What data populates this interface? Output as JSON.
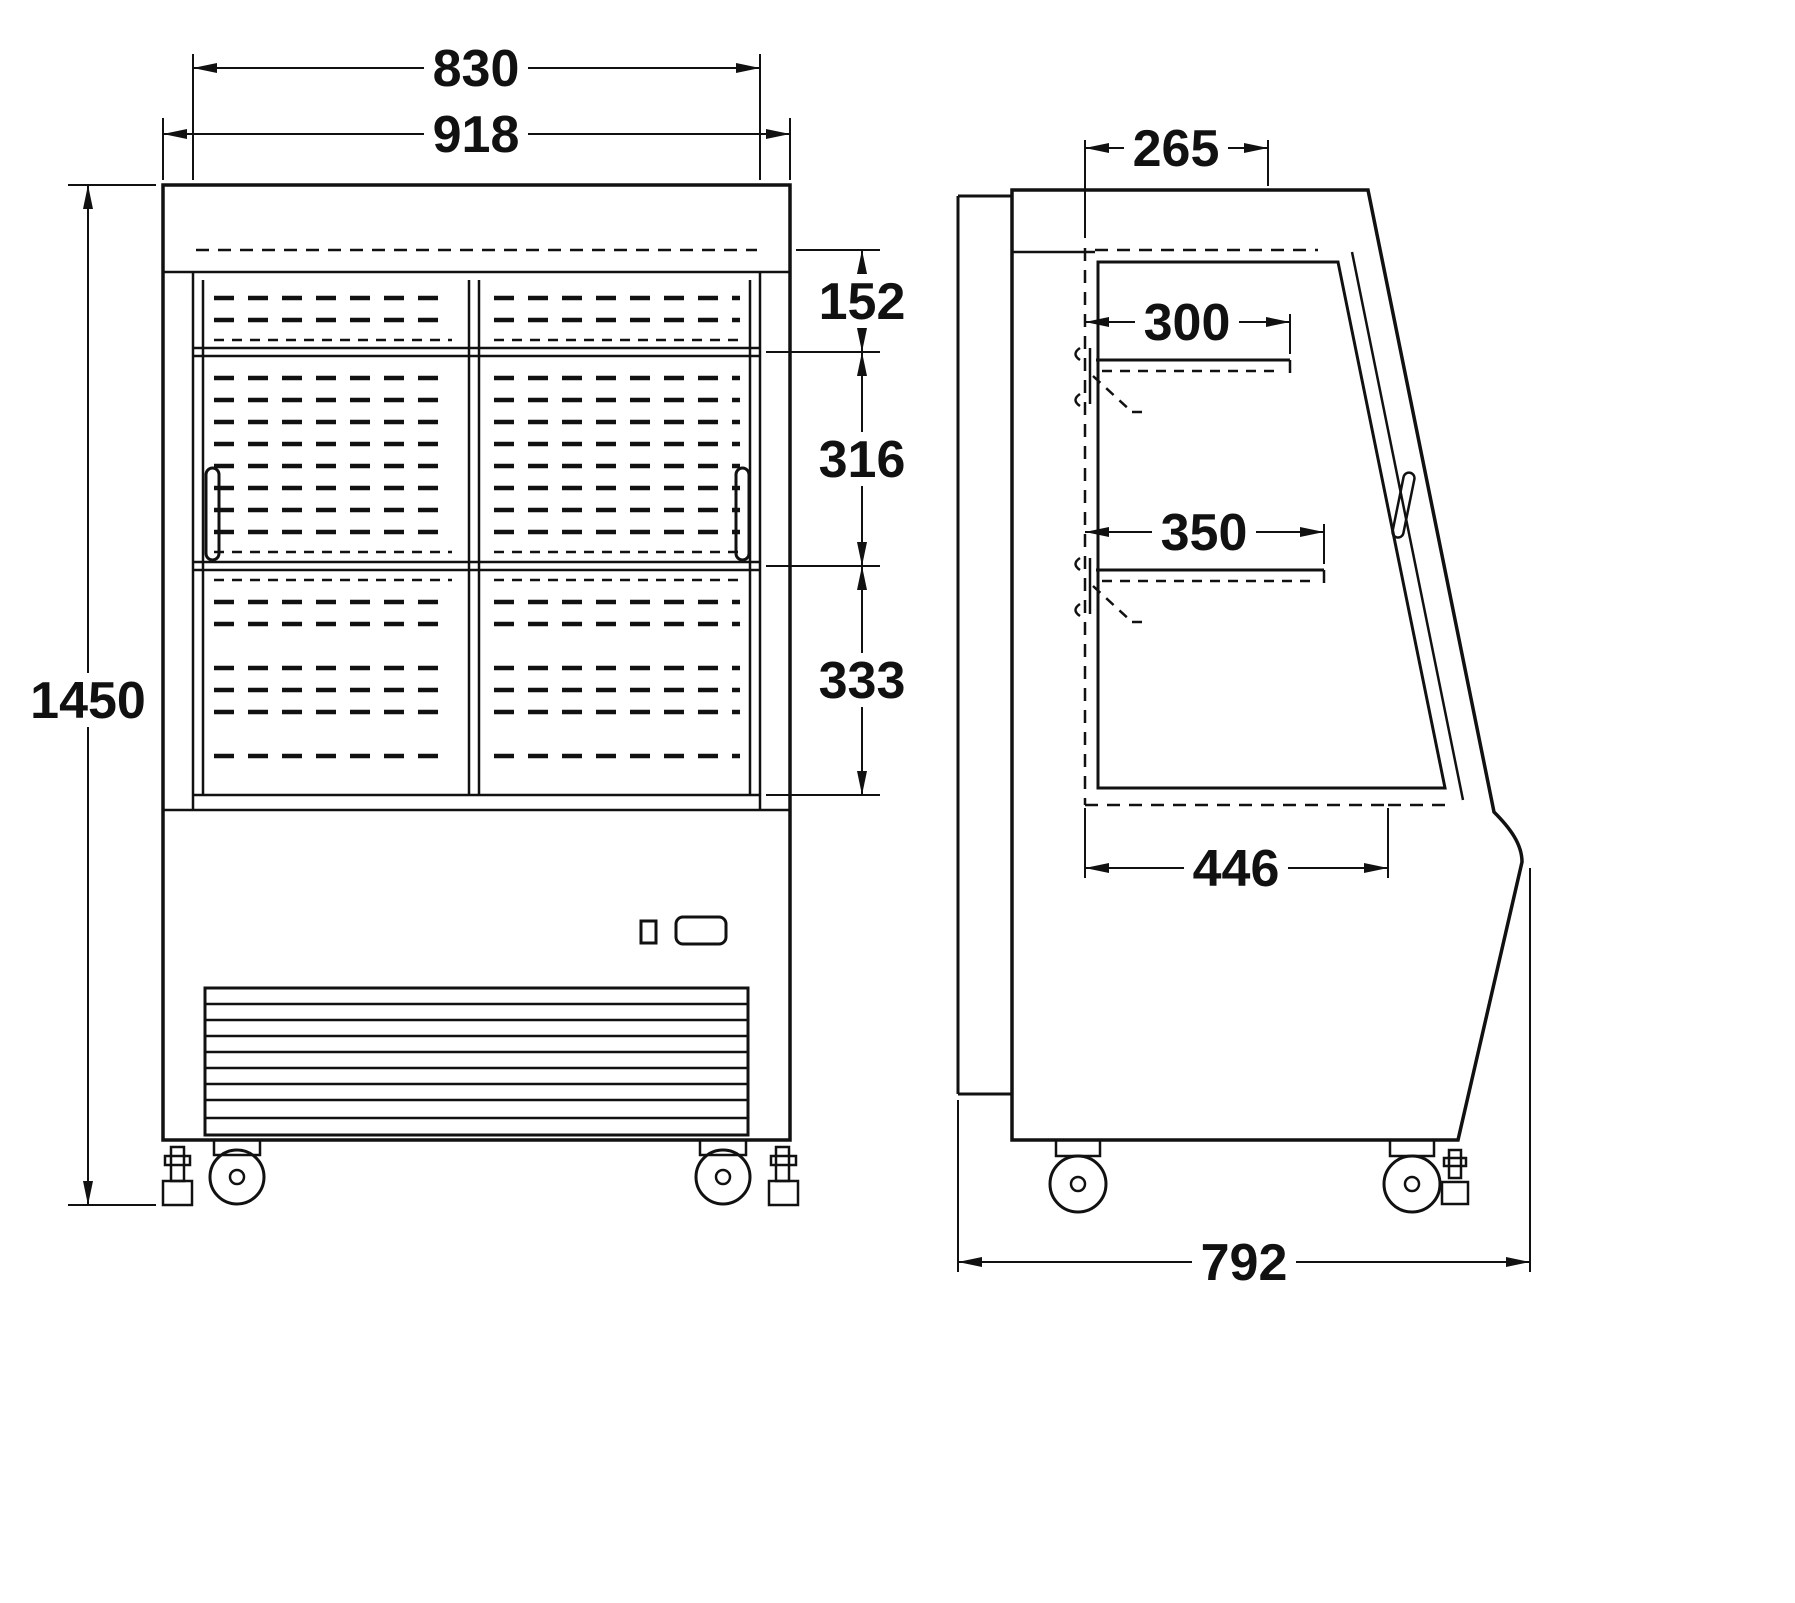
{
  "front_view": {
    "inner_width": "830",
    "outer_width": "918",
    "overall_height": "1450",
    "section_top": "152",
    "section_middle": "316",
    "section_bottom": "333"
  },
  "side_view": {
    "canopy_depth": "265",
    "shelf_upper_depth": "300",
    "shelf_lower_depth": "350",
    "base_depth": "446",
    "overall_depth": "792"
  },
  "colors": {
    "line": "#111111",
    "background": "#ffffff"
  }
}
